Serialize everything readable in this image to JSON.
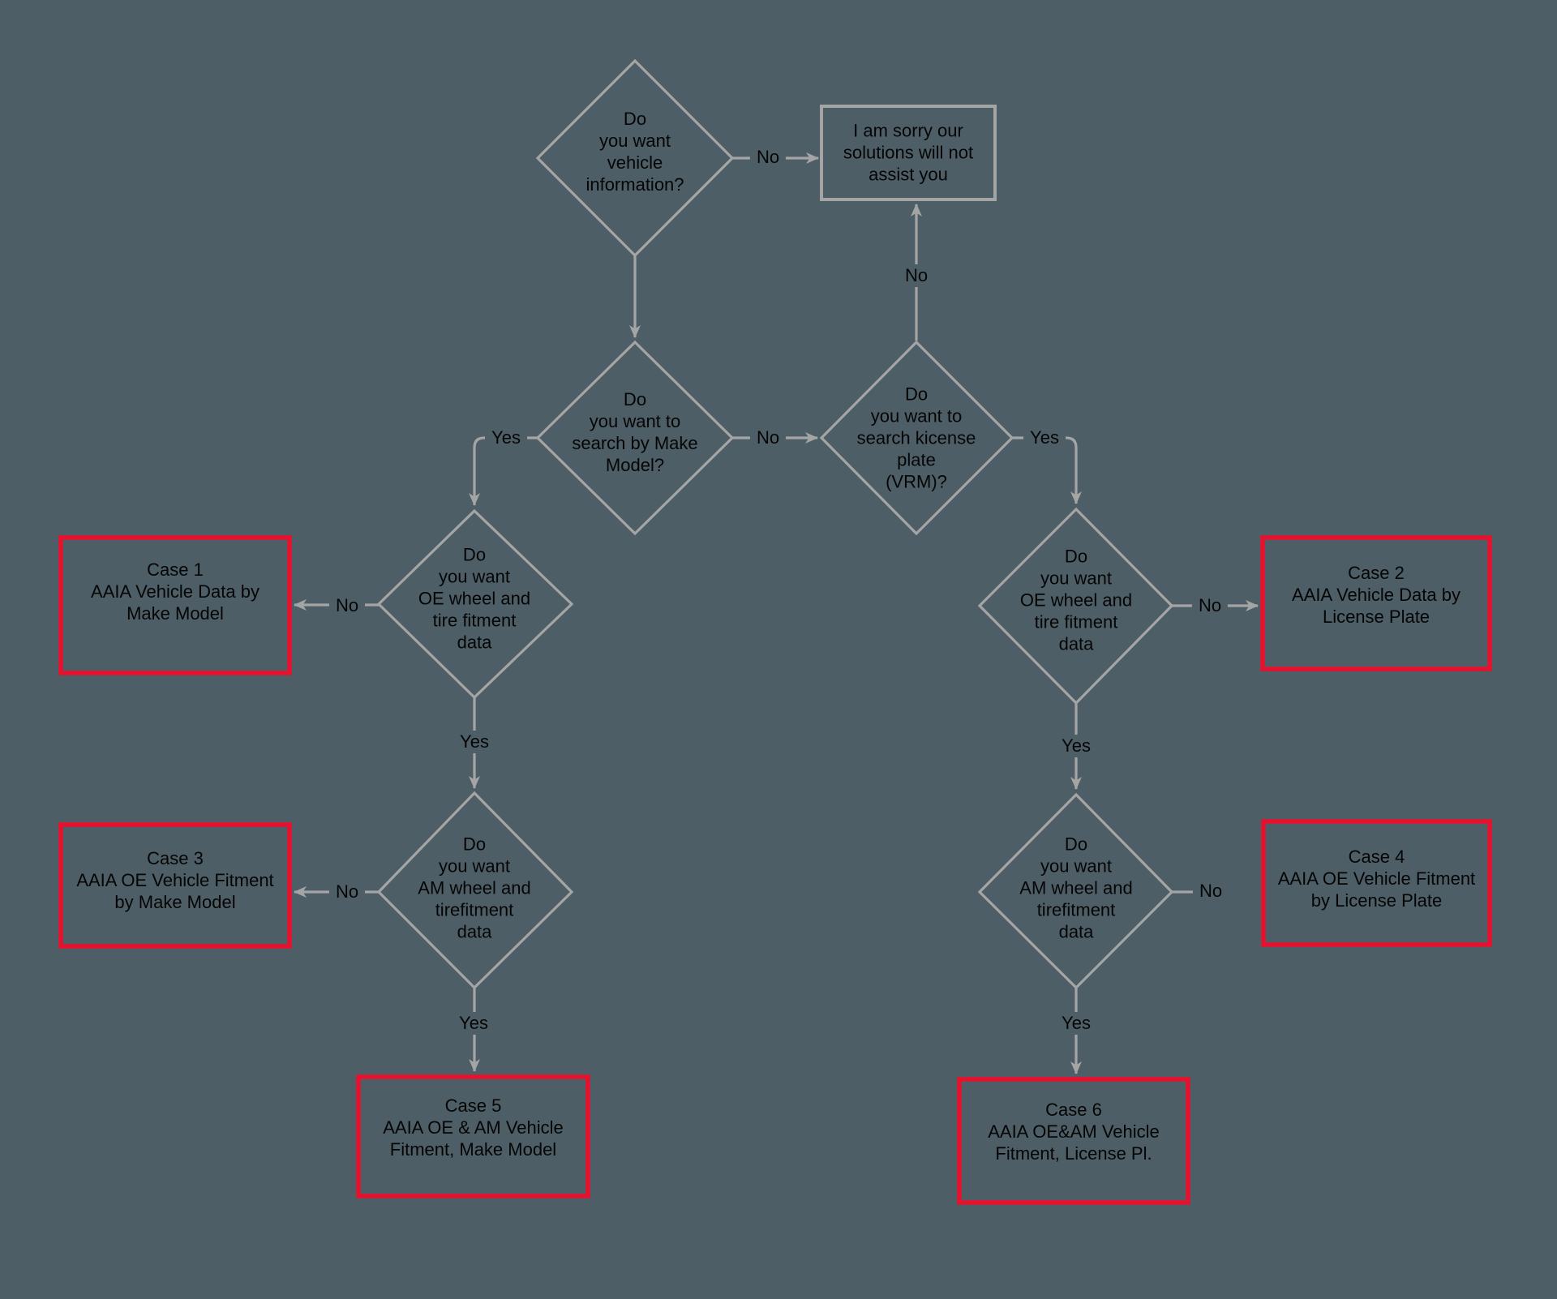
{
  "colors": {
    "background": "#4d5e66",
    "connector_gray": "#a5a5a5",
    "case_border_red": "#e8102d",
    "text_black": "#050505"
  },
  "decisions": {
    "vehicle_info": {
      "text": "Do\nyou want\nvehicle\ninformation?"
    },
    "search_make_model": {
      "text": "Do\nyou want to\nsearch by Make\nModel?"
    },
    "search_license_plate": {
      "text": "Do\nyou want to\nsearch kicense\nplate\n(VRM)?"
    },
    "oe_fitment_left": {
      "text": "Do\nyou want\nOE wheel and\ntire fitment\ndata"
    },
    "am_fitment_left": {
      "text": "Do\nyou want\nAM wheel and\ntirefitment\ndata"
    },
    "oe_fitment_right": {
      "text": "Do\nyou want\nOE wheel and\ntire fitment\ndata"
    },
    "am_fitment_right": {
      "text": "Do\nyou want\nAM wheel and\ntirefitment\ndata"
    }
  },
  "terminals": {
    "sorry": {
      "text": "I am sorry our\nsolutions will not\nassist you"
    }
  },
  "cases": {
    "case1": {
      "title": "Case 1",
      "description": "AAIA Vehicle Data by\nMake Model"
    },
    "case2": {
      "title": "Case 2",
      "description": "AAIA Vehicle Data by\nLicense Plate"
    },
    "case3": {
      "title": "Case 3",
      "description": "AAIA OE Vehicle Fitment\nby Make Model"
    },
    "case4": {
      "title": "Case 4",
      "description": "AAIA OE Vehicle Fitment\nby License Plate"
    },
    "case5": {
      "title": "Case 5",
      "description": "AAIA OE & AM Vehicle\nFitment, Make Model"
    },
    "case6": {
      "title": "Case 6",
      "description": "AAIA OE&AM Vehicle\nFitment, License Pl."
    }
  },
  "edges": {
    "info_no": {
      "label": "No"
    },
    "mm_yes": {
      "label": "Yes"
    },
    "mm_no": {
      "label": "No"
    },
    "lp_no": {
      "label": "No"
    },
    "lp_yes": {
      "label": "Yes"
    },
    "oel_no": {
      "label": "No"
    },
    "oel_yes": {
      "label": "Yes"
    },
    "aml_no": {
      "label": "No"
    },
    "aml_yes": {
      "label": "Yes"
    },
    "oer_no": {
      "label": "No"
    },
    "oer_yes": {
      "label": "Yes"
    },
    "amr_no": {
      "label": "No"
    },
    "amr_yes": {
      "label": "Yes"
    }
  }
}
